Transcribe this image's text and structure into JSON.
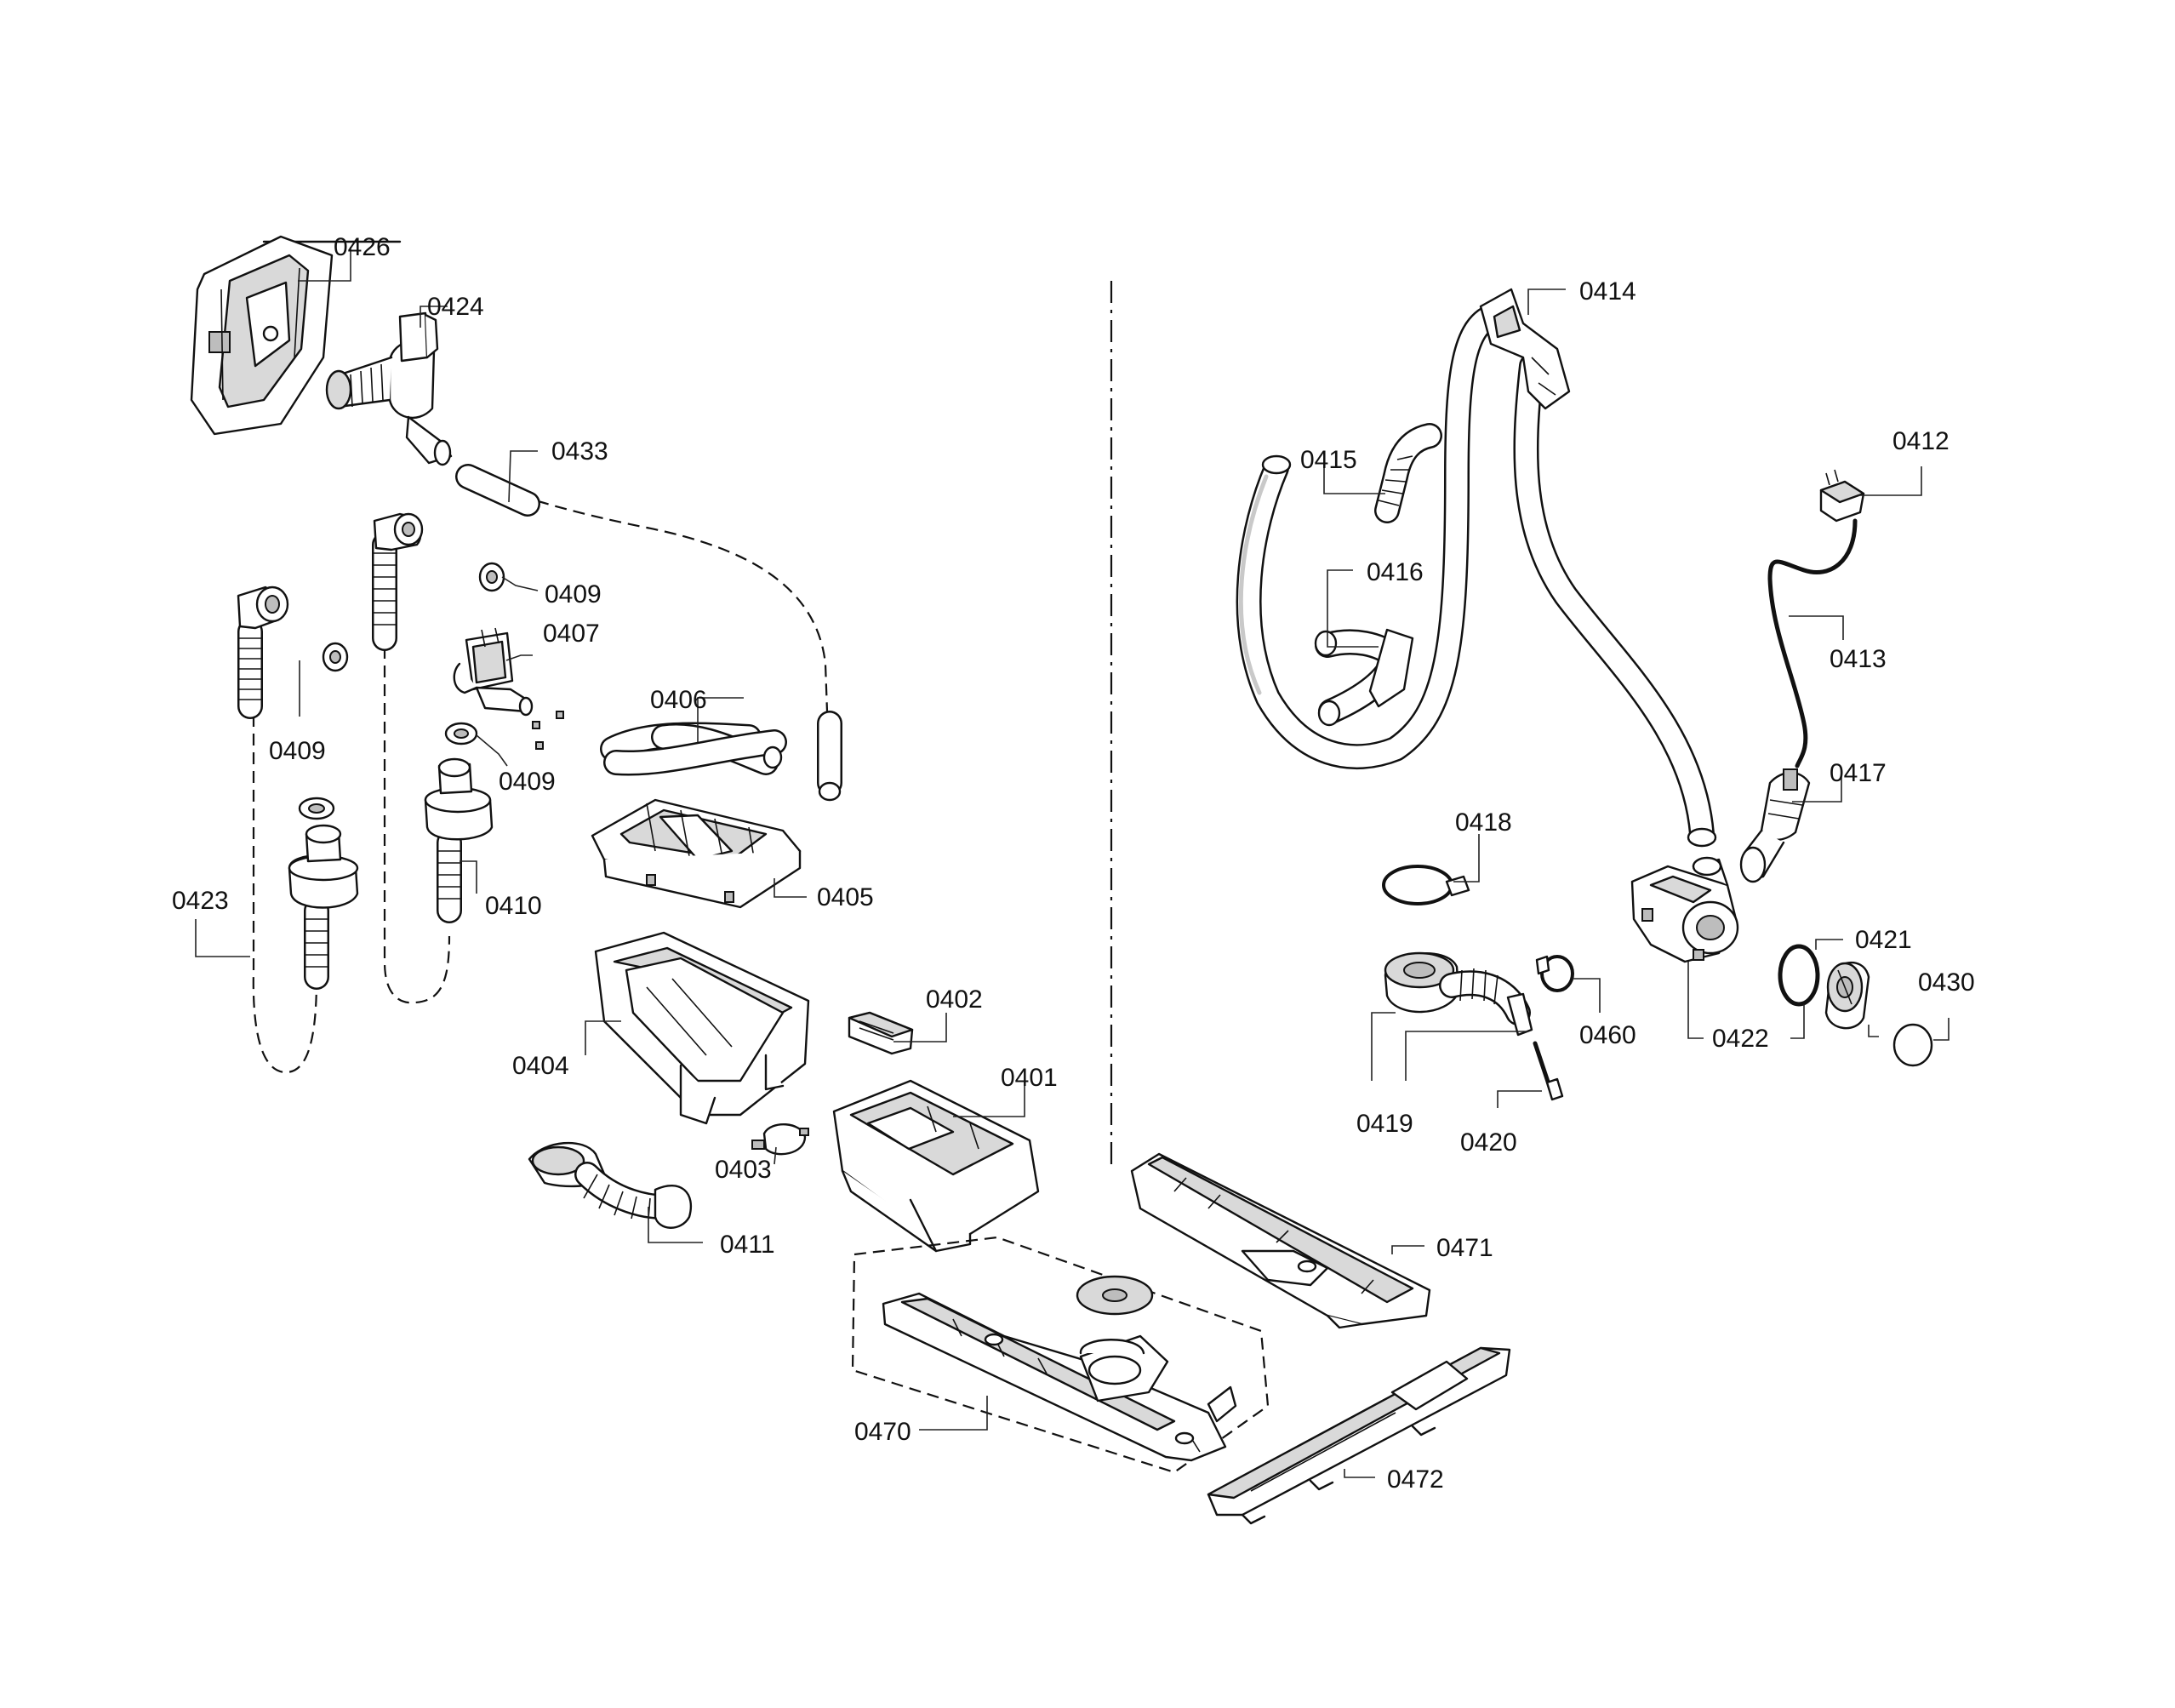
{
  "labels": {
    "l0426": "0426",
    "l0424": "0424",
    "l0433": "0433",
    "l0409a": "0409",
    "l0407": "0407",
    "l0409b": "0409",
    "l0409c": "0409",
    "l0423": "0423",
    "l0410": "0410",
    "l0406": "0406",
    "l0405": "0405",
    "l0404": "0404",
    "l0402": "0402",
    "l0401": "0401",
    "l0403": "0403",
    "l0411": "0411",
    "l0470": "0470",
    "l0471": "0471",
    "l0472": "0472",
    "l0414": "0414",
    "l0415": "0415",
    "l0416": "0416",
    "l0412": "0412",
    "l0413": "0413",
    "l0417": "0417",
    "l0418": "0418",
    "l0421": "0421",
    "l0430": "0430",
    "l0460": "0460",
    "l0422": "0422",
    "l0419": "0419",
    "l0420": "0420"
  }
}
